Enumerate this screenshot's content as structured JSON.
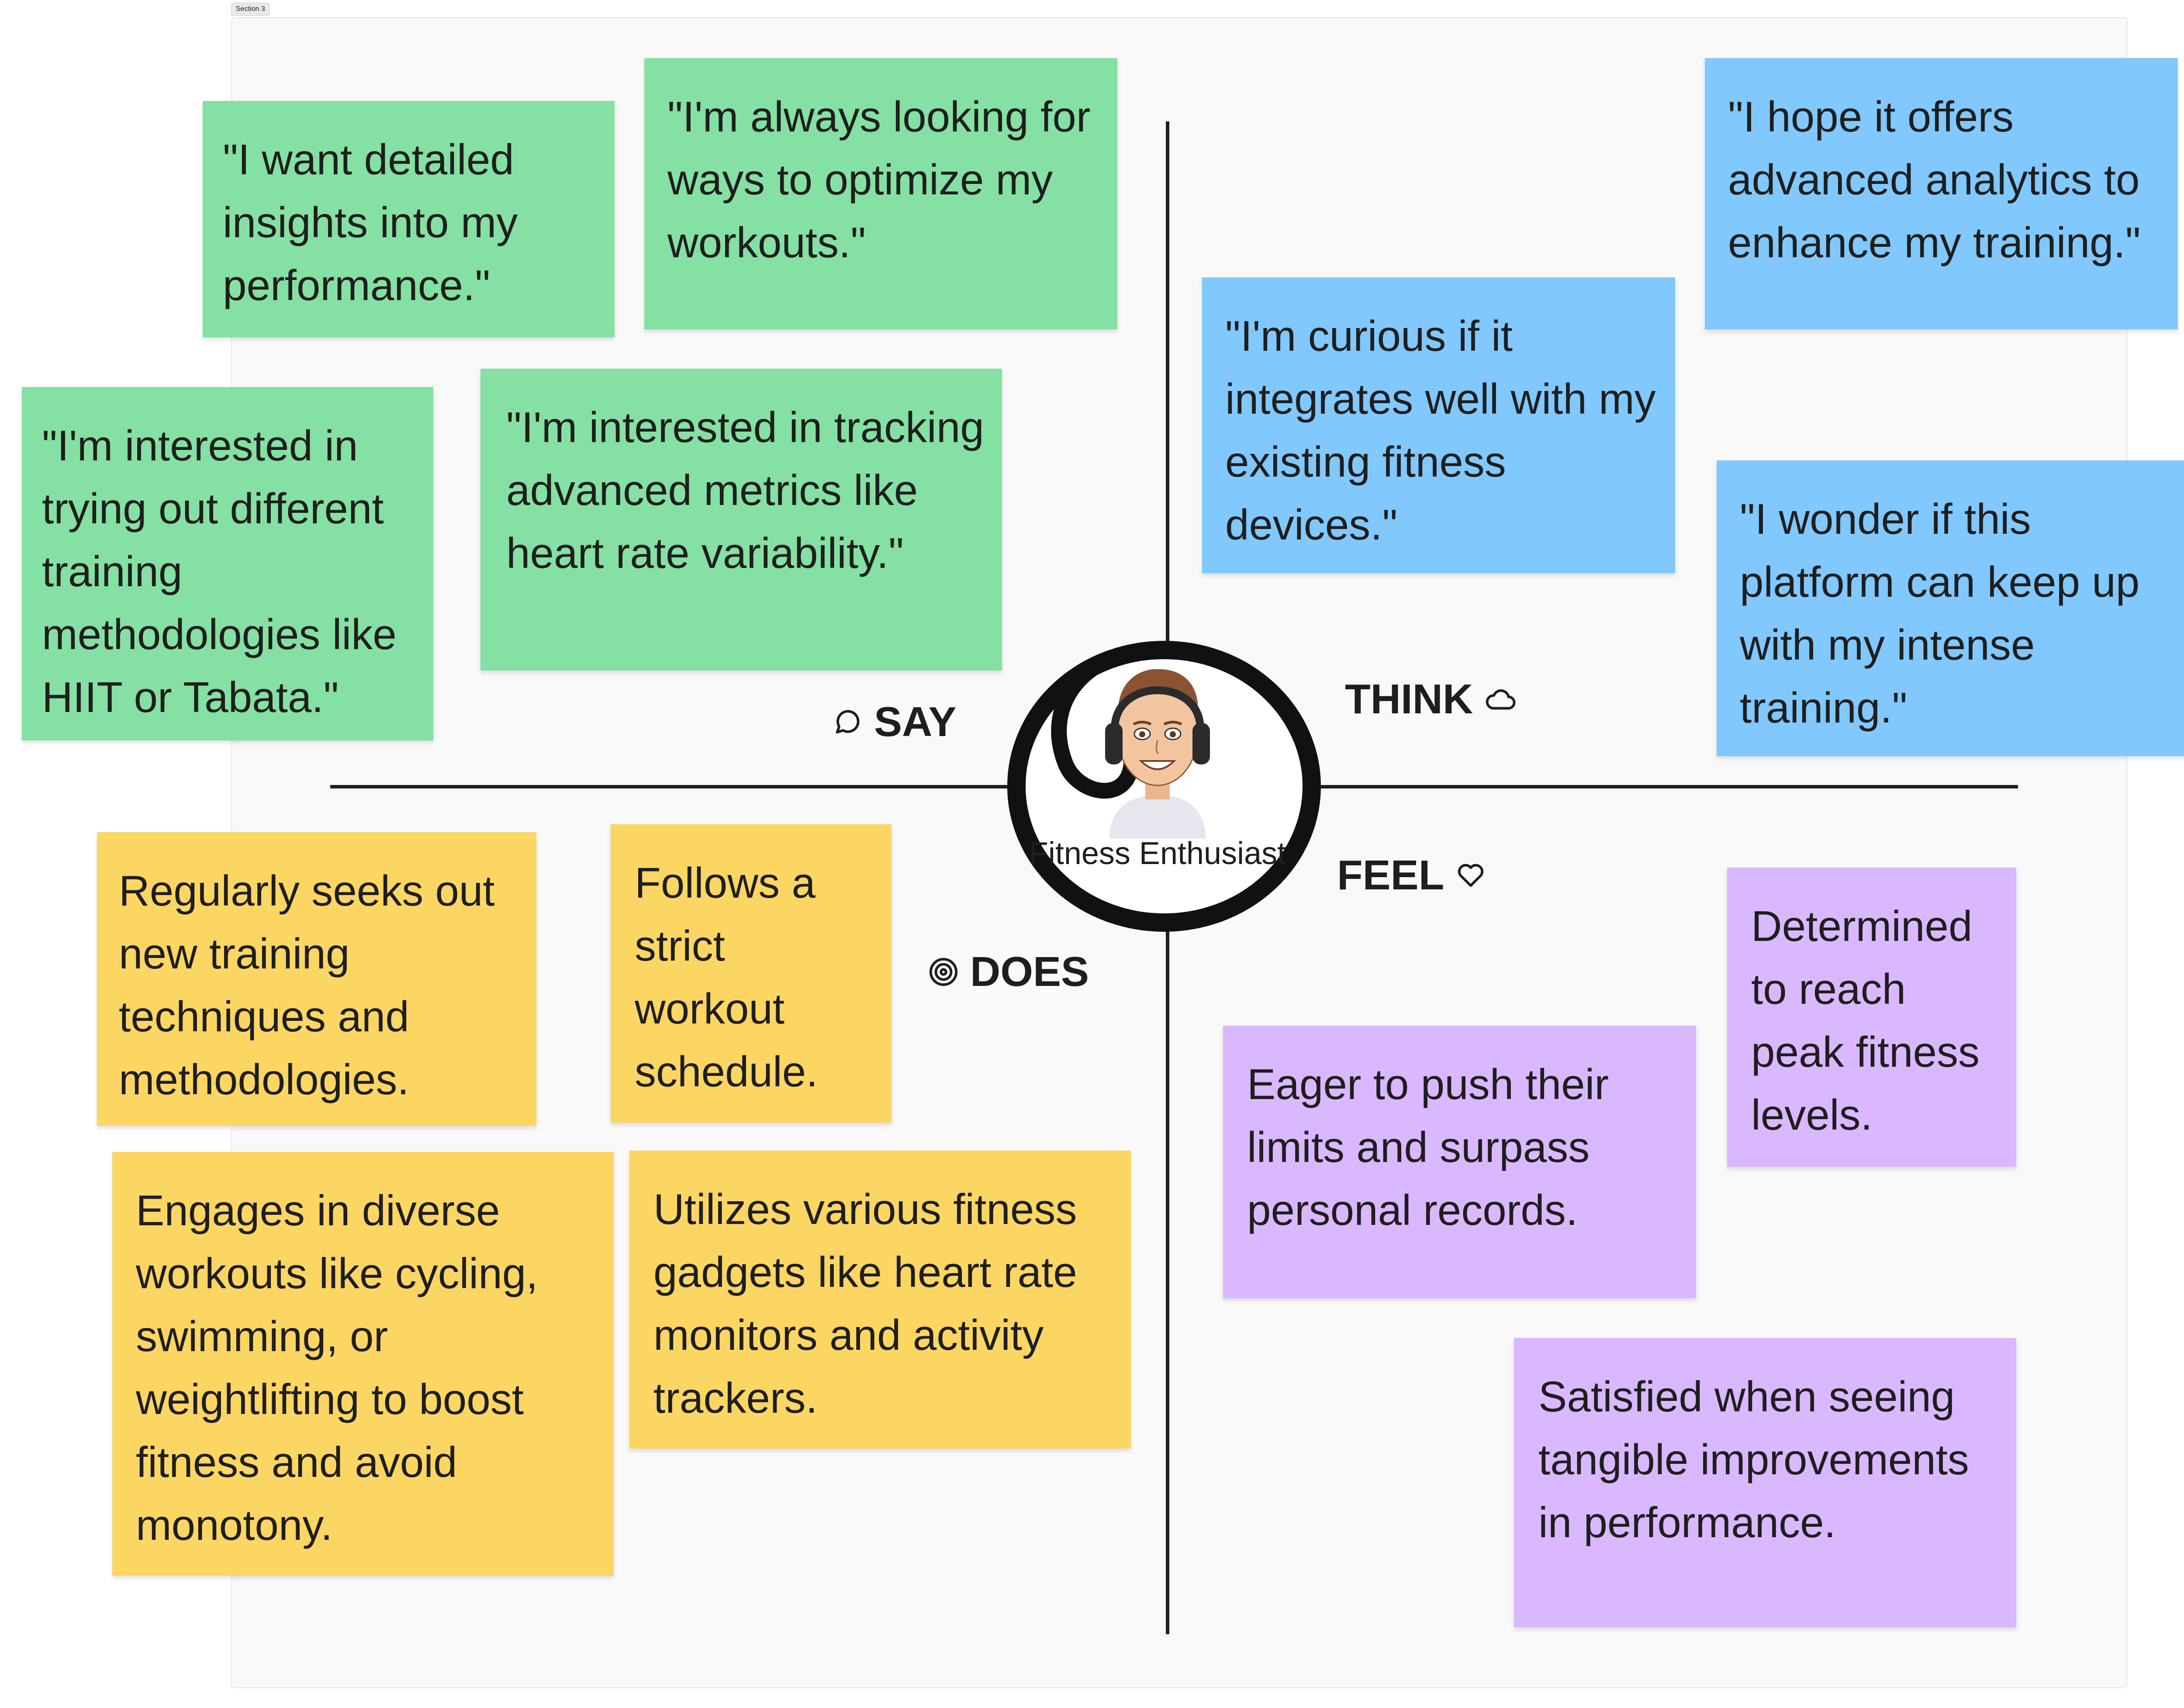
{
  "section": {
    "tag": "Section 3"
  },
  "center": {
    "persona": "Fitness Enthusiast",
    "avatar_icon": "avatar-headphones"
  },
  "quadrants": {
    "say": {
      "label": "SAY",
      "icon": "speech-bubble-icon"
    },
    "think": {
      "label": "THINK",
      "icon": "cloud-icon"
    },
    "does": {
      "label": "DOES",
      "icon": "target-icon"
    },
    "feel": {
      "label": "FEEL",
      "icon": "heart-icon"
    }
  },
  "colors": {
    "say": "#85e0a3",
    "think": "#80c8fe",
    "does": "#fcd663",
    "feel": "#d9b8ff"
  },
  "notes": {
    "say": [
      "\"I want detailed insights into my performance.\"",
      "\"I'm always looking for ways to optimize my workouts.\"",
      "\"I'm interested in trying out different training methodologies like HIIT or Tabata.\"",
      "\"I'm interested in tracking advanced metrics like heart rate variability.\""
    ],
    "think": [
      "\"I hope it offers advanced analytics to enhance my training.\"",
      "\"I'm curious if it integrates well with my existing fitness devices.\"",
      "\"I wonder if this platform can keep up with my intense training.\""
    ],
    "does": [
      "Regularly seeks out new training techniques and methodologies.",
      "Follows a strict workout schedule.",
      "Engages in diverse workouts like cycling, swimming, or weightlifting to boost fitness and avoid monotony.",
      "Utilizes various fitness gadgets like heart rate monitors and activity trackers."
    ],
    "feel": [
      "Determined to reach peak fitness levels.",
      "Eager to push their limits and surpass personal records.",
      "Satisfied when seeing tangible improvements in performance."
    ]
  }
}
